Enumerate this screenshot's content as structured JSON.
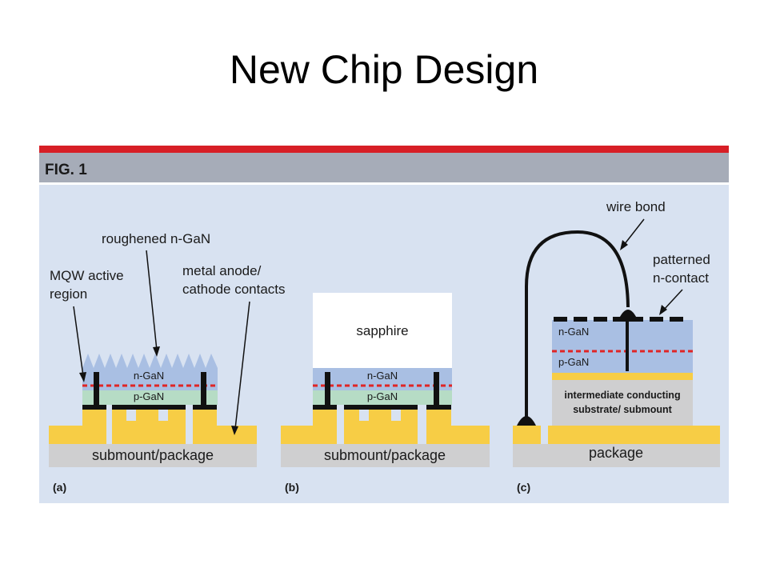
{
  "slide": {
    "title": "New Chip Design"
  },
  "figure": {
    "header": "FIG. 1",
    "colors": {
      "accent_bar": "#d71f26",
      "header_band": "#a6acb8",
      "panel_background": "#d8e2f1",
      "metal": "#f7cd45",
      "substrate": "#cfcfd0",
      "gan": "#a9bfe3",
      "pgan_green": "#b6dcc5",
      "mqw_dash": "#e02525",
      "dark": "#111111"
    },
    "panel_a": {
      "caption": "(a)",
      "package_label": "submount/package",
      "n_layer": "n-GaN",
      "p_layer": "p-GaN",
      "callout_roughened": "roughened n-GaN",
      "callout_mqw_line1": "MQW active",
      "callout_mqw_line2": "region",
      "callout_metal_line1": "metal anode/",
      "callout_metal_line2": "cathode contacts"
    },
    "panel_b": {
      "caption": "(b)",
      "package_label": "submount/package",
      "sapphire": "sapphire",
      "n_layer": "n-GaN",
      "p_layer": "p-GaN"
    },
    "panel_c": {
      "caption": "(c)",
      "package_label": "package",
      "wire_bond": "wire bond",
      "contact_line1": "patterned",
      "contact_line2": "n-contact",
      "n_layer": "n-GaN",
      "p_layer": "p-GaN",
      "substrate_line1": "intermediate conducting",
      "substrate_line2": "substrate/ submount"
    }
  }
}
